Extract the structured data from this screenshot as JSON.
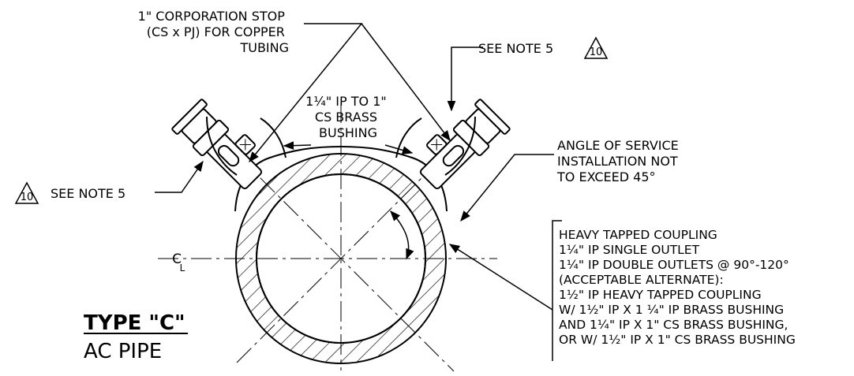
{
  "labels": {
    "corp_stop": [
      "1\"  CORPORATION STOP",
      "(CS x PJ) FOR COPPER",
      "TUBING"
    ],
    "see_note_right": "SEE NOTE 5",
    "see_note_left": "SEE NOTE 5",
    "revision_number": "10",
    "bushing": [
      "1¼\" IP TO 1\"",
      "CS BRASS",
      "BUSHING"
    ],
    "angle": [
      "ANGLE OF SERVICE",
      "INSTALLATION NOT",
      "TO EXCEED 45°"
    ],
    "coupling": [
      "HEAVY TAPPED COUPLING",
      "1¼\" IP SINGLE OUTLET",
      "1¼\" IP DOUBLE OUTLETS @ 90°-120°",
      "(ACCEPTABLE ALTERNATE):",
      "1½\"  IP HEAVY TAPPED COUPLING",
      "W/ 1½\" IP X 1 ¼\" IP BRASS BUSHING",
      "AND 1¼\" IP X 1\" CS BRASS BUSHING,",
      "OR W/ 1½\" IP X 1\" CS BRASS BUSHING"
    ],
    "centerline_c": "C",
    "centerline_l": "L",
    "type_title": "TYPE \"C\"",
    "type_subtitle": "AC PIPE"
  }
}
